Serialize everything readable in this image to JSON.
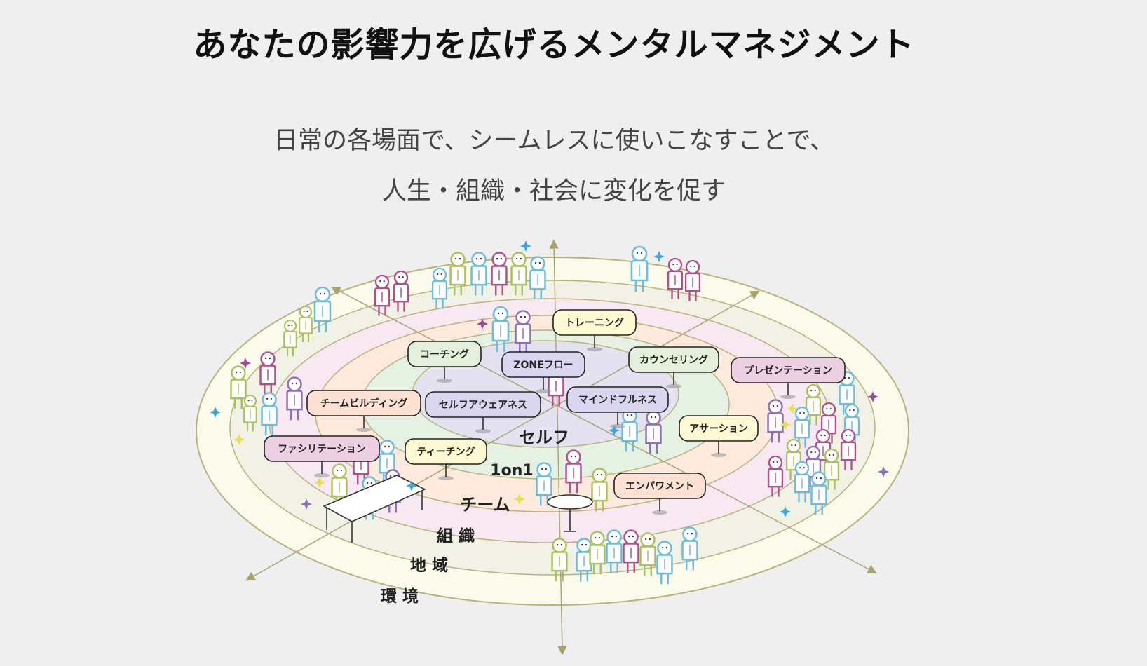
{
  "header": {
    "title": "あなたの影響力を広げるメンタルマネジメント",
    "subtitle_line1": "日常の各場面で、シームレスに使いこなすことで、",
    "subtitle_line2": "人生・組織・社会に変化を促す"
  },
  "diagram": {
    "rings": [
      {
        "label": "環 境",
        "color": "#fbfbec"
      },
      {
        "label": "地 域",
        "color": "#f1f1e6"
      },
      {
        "label": "組 織",
        "color": "#f8e8f2"
      },
      {
        "label": "チーム",
        "color": "#fdeadc"
      },
      {
        "label": "1on1",
        "color": "#e5f1e3"
      },
      {
        "label": "セルフ",
        "color": "#e4e2f1"
      }
    ],
    "tags": [
      {
        "label": "トレーニング",
        "color": "#fdfad3"
      },
      {
        "label": "コーチング",
        "color": "#e3f1dc"
      },
      {
        "label": "ZONEフロー",
        "color": "#d9d6ef"
      },
      {
        "label": "カウンセリング",
        "color": "#e3f1dc"
      },
      {
        "label": "プレゼンテーション",
        "color": "#eccfe3"
      },
      {
        "label": "チームビルディング",
        "color": "#fde2d3"
      },
      {
        "label": "セルフアウェアネス",
        "color": "#d9d6ef"
      },
      {
        "label": "マインドフルネス",
        "color": "#d9d6ef"
      },
      {
        "label": "アサーション",
        "color": "#fdfad3"
      },
      {
        "label": "ファシリテーション",
        "color": "#eccfe3"
      },
      {
        "label": "ティーチング",
        "color": "#fdfad3"
      },
      {
        "label": "エンパワメント",
        "color": "#fde2d3"
      }
    ],
    "people_colors": [
      "#6cbcdc",
      "#a9c25a",
      "#b34f8d",
      "#8e6fb8"
    ],
    "sparkle_colors": [
      "#3fa7d6",
      "#e6e04a",
      "#9a4a96",
      "#8b6fbc"
    ]
  }
}
